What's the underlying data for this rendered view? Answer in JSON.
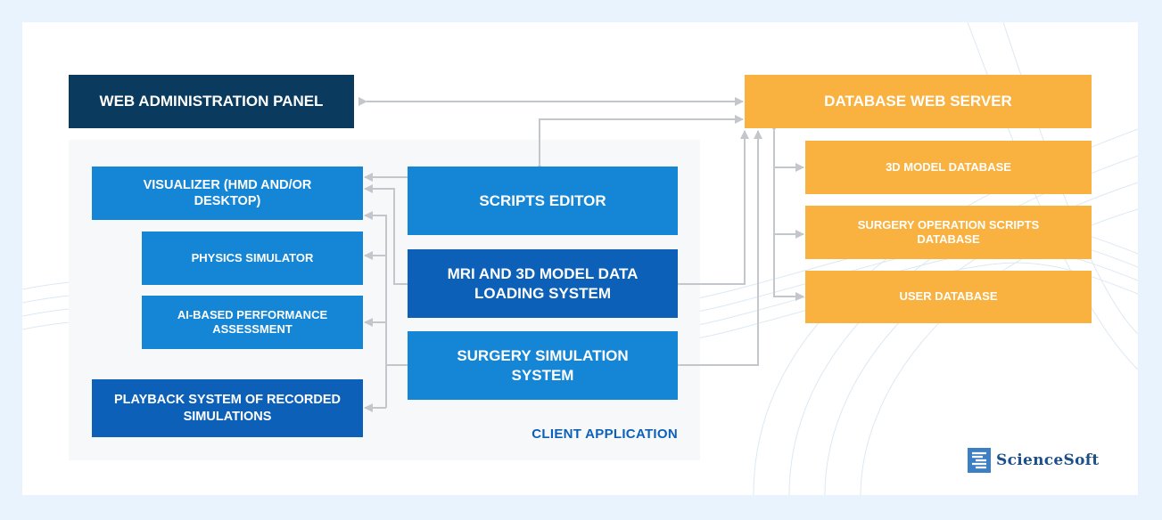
{
  "boxes": {
    "web_admin": "WEB ADMINISTRATION PANEL",
    "db_server": "DATABASE WEB SERVER",
    "db_3d": "3D MODEL DATABASE",
    "db_scripts": "SURGERY OPERATION SCRIPTS DATABASE",
    "db_user": "USER DATABASE",
    "visualizer": "VISUALIZER (HMD AND/OR DESKTOP)",
    "physics": "PHYSICS SIMULATOR",
    "ai_assessment": "AI-BASED PERFORMANCE ASSESSMENT",
    "playback": "PLAYBACK SYSTEM OF RECORDED SIMULATIONS",
    "scripts_editor": "SCRIPTS EDITOR",
    "mri_loading": "MRI AND 3D MODEL DATA LOADING SYSTEM",
    "surgery_sim": "SURGERY SIMULATION SYSTEM"
  },
  "client_label": "CLIENT APPLICATION",
  "logo": {
    "text": "ScienceSoft",
    "icon": "sciencesoft-logo-icon"
  },
  "colors": {
    "navy": "#0a3a5e",
    "blue": "#1585d6",
    "dark_blue": "#0d60b8",
    "orange": "#f9b240",
    "arrow": "#c3c7cc",
    "background": "#e8f3fd"
  }
}
